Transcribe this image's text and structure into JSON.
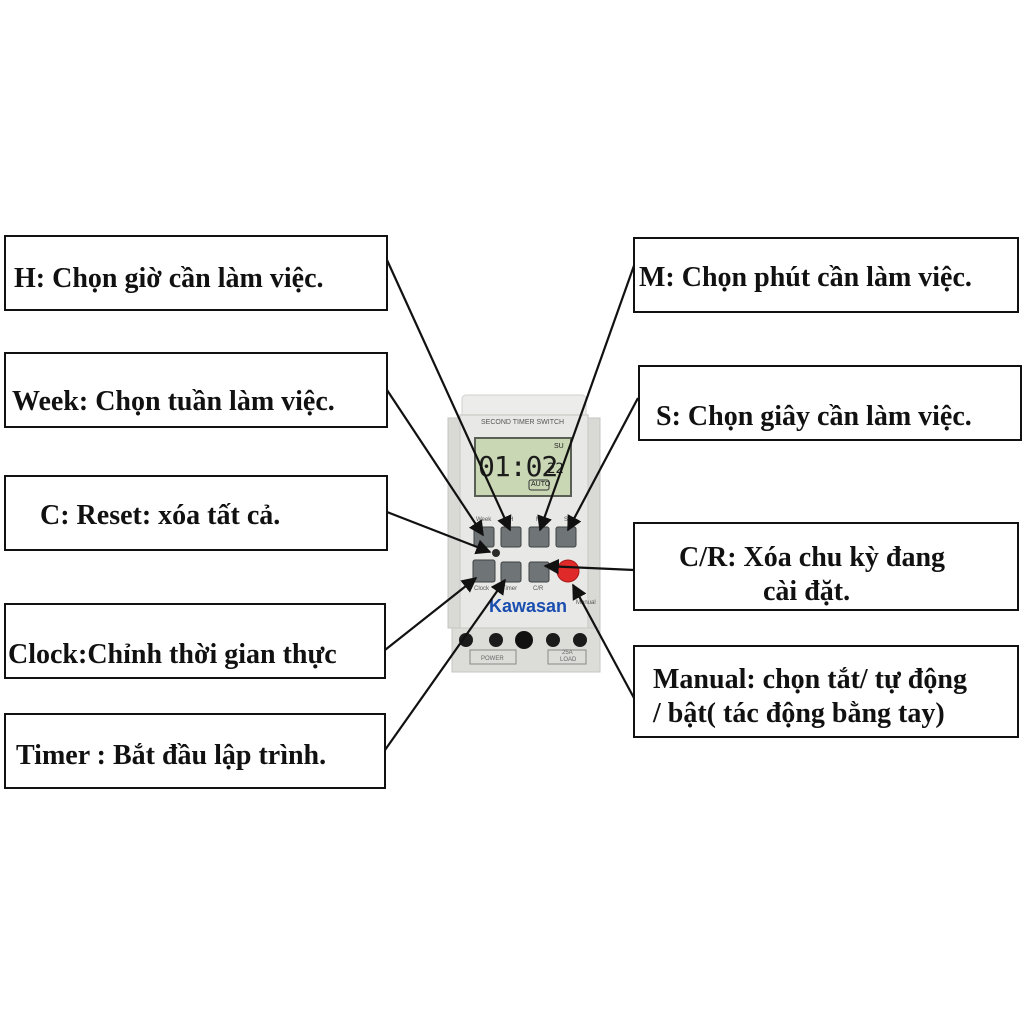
{
  "device": {
    "header": "SECOND TIMER SWITCH",
    "display": {
      "time": "01:02",
      "seconds": "22",
      "day": "SU",
      "mode": "AUTO"
    },
    "brand": "Kawasan",
    "button_labels": {
      "week": "Week",
      "h": "H",
      "m": "M",
      "s": "S",
      "clock": "Clock",
      "timer": "Timer",
      "cr": "C/R",
      "manual": "Manual"
    },
    "terminal_labels": {
      "power": "POWER",
      "load_rating": "25A",
      "load": "LOAD"
    },
    "colors": {
      "body": "#e6e6e4",
      "lcd": "#c9d7b4",
      "button": "#6f7476",
      "manual_button": "#e02a2a",
      "brand": "#1a4fb0"
    }
  },
  "callouts": {
    "h": "H: Chọn giờ cần làm việc.",
    "week": "Week: Chọn tuần làm việc.",
    "c": "C: Reset: xóa tất cả.",
    "clock": "Clock:Chỉnh thời gian thực",
    "timer": "Timer : Bắt đầu lập trình.",
    "m": "M: Chọn phút cần làm việc.",
    "s": "S: Chọn giây cần làm việc.",
    "cr_line1": "C/R: Xóa chu kỳ đang",
    "cr_line2": "cài đặt.",
    "manual_line1": "Manual: chọn tắt/ tự động",
    "manual_line2": "/ bật( tác động bằng tay)"
  }
}
